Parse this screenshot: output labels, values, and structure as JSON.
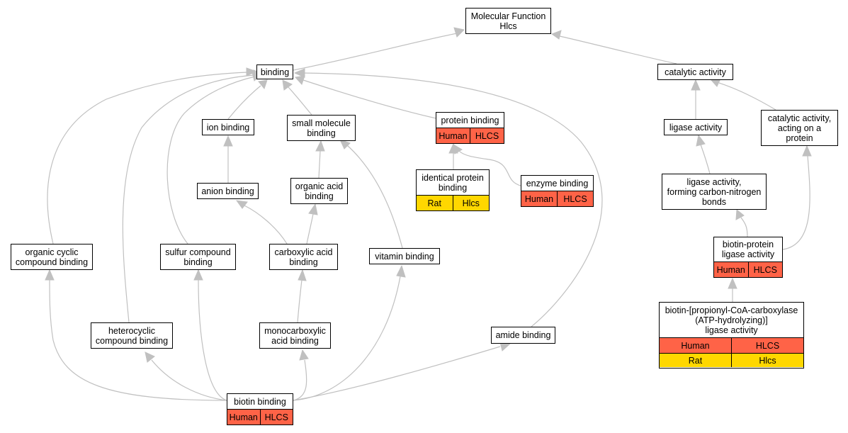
{
  "colors": {
    "human": "#ff6347",
    "rat": "#ffd700",
    "edge": "#c0c0c0"
  },
  "nodes": {
    "molecular_function": {
      "label": "Molecular Function\nHlcs"
    },
    "binding": {
      "label": "binding"
    },
    "catalytic_activity": {
      "label": "catalytic activity"
    },
    "ion_binding": {
      "label": "ion binding"
    },
    "small_molecule_binding": {
      "label": "small molecule\nbinding"
    },
    "protein_binding": {
      "label": "protein binding",
      "rows": [
        [
          "Human",
          "HLCS"
        ]
      ]
    },
    "ligase_activity": {
      "label": "ligase activity"
    },
    "catalytic_activity_protein": {
      "label": "catalytic activity,\nacting on a\nprotein"
    },
    "identical_protein_binding": {
      "label": "identical protein\nbinding",
      "rows": [
        [
          "Rat",
          "Hlcs"
        ]
      ]
    },
    "enzyme_binding": {
      "label": "enzyme binding",
      "rows": [
        [
          "Human",
          "HLCS"
        ]
      ]
    },
    "ligase_cn": {
      "label": "ligase activity,\nforming carbon-nitrogen\nbonds"
    },
    "anion_binding": {
      "label": "anion binding"
    },
    "organic_acid_binding": {
      "label": "organic acid\nbinding"
    },
    "organic_cyclic": {
      "label": "organic cyclic\ncompound binding"
    },
    "sulfur_compound": {
      "label": "sulfur compound\nbinding"
    },
    "carboxylic_acid": {
      "label": "carboxylic acid\nbinding"
    },
    "vitamin_binding": {
      "label": "vitamin binding"
    },
    "biotin_protein_ligase": {
      "label": "biotin-protein\nligase activity",
      "rows": [
        [
          "Human",
          "HLCS"
        ]
      ]
    },
    "heterocyclic": {
      "label": "heterocyclic\ncompound binding"
    },
    "monocarboxylic": {
      "label": "monocarboxylic\nacid binding"
    },
    "amide_binding": {
      "label": "amide binding"
    },
    "biotin_propionyl": {
      "label": "biotin-[propionyl-CoA-carboxylase\n(ATP-hydrolyzing)]\nligase activity",
      "rows": [
        [
          "Human",
          "HLCS"
        ],
        [
          "Rat",
          "Hlcs"
        ]
      ]
    },
    "biotin_binding": {
      "label": "biotin binding",
      "rows": [
        [
          "Human",
          "HLCS"
        ]
      ]
    }
  }
}
